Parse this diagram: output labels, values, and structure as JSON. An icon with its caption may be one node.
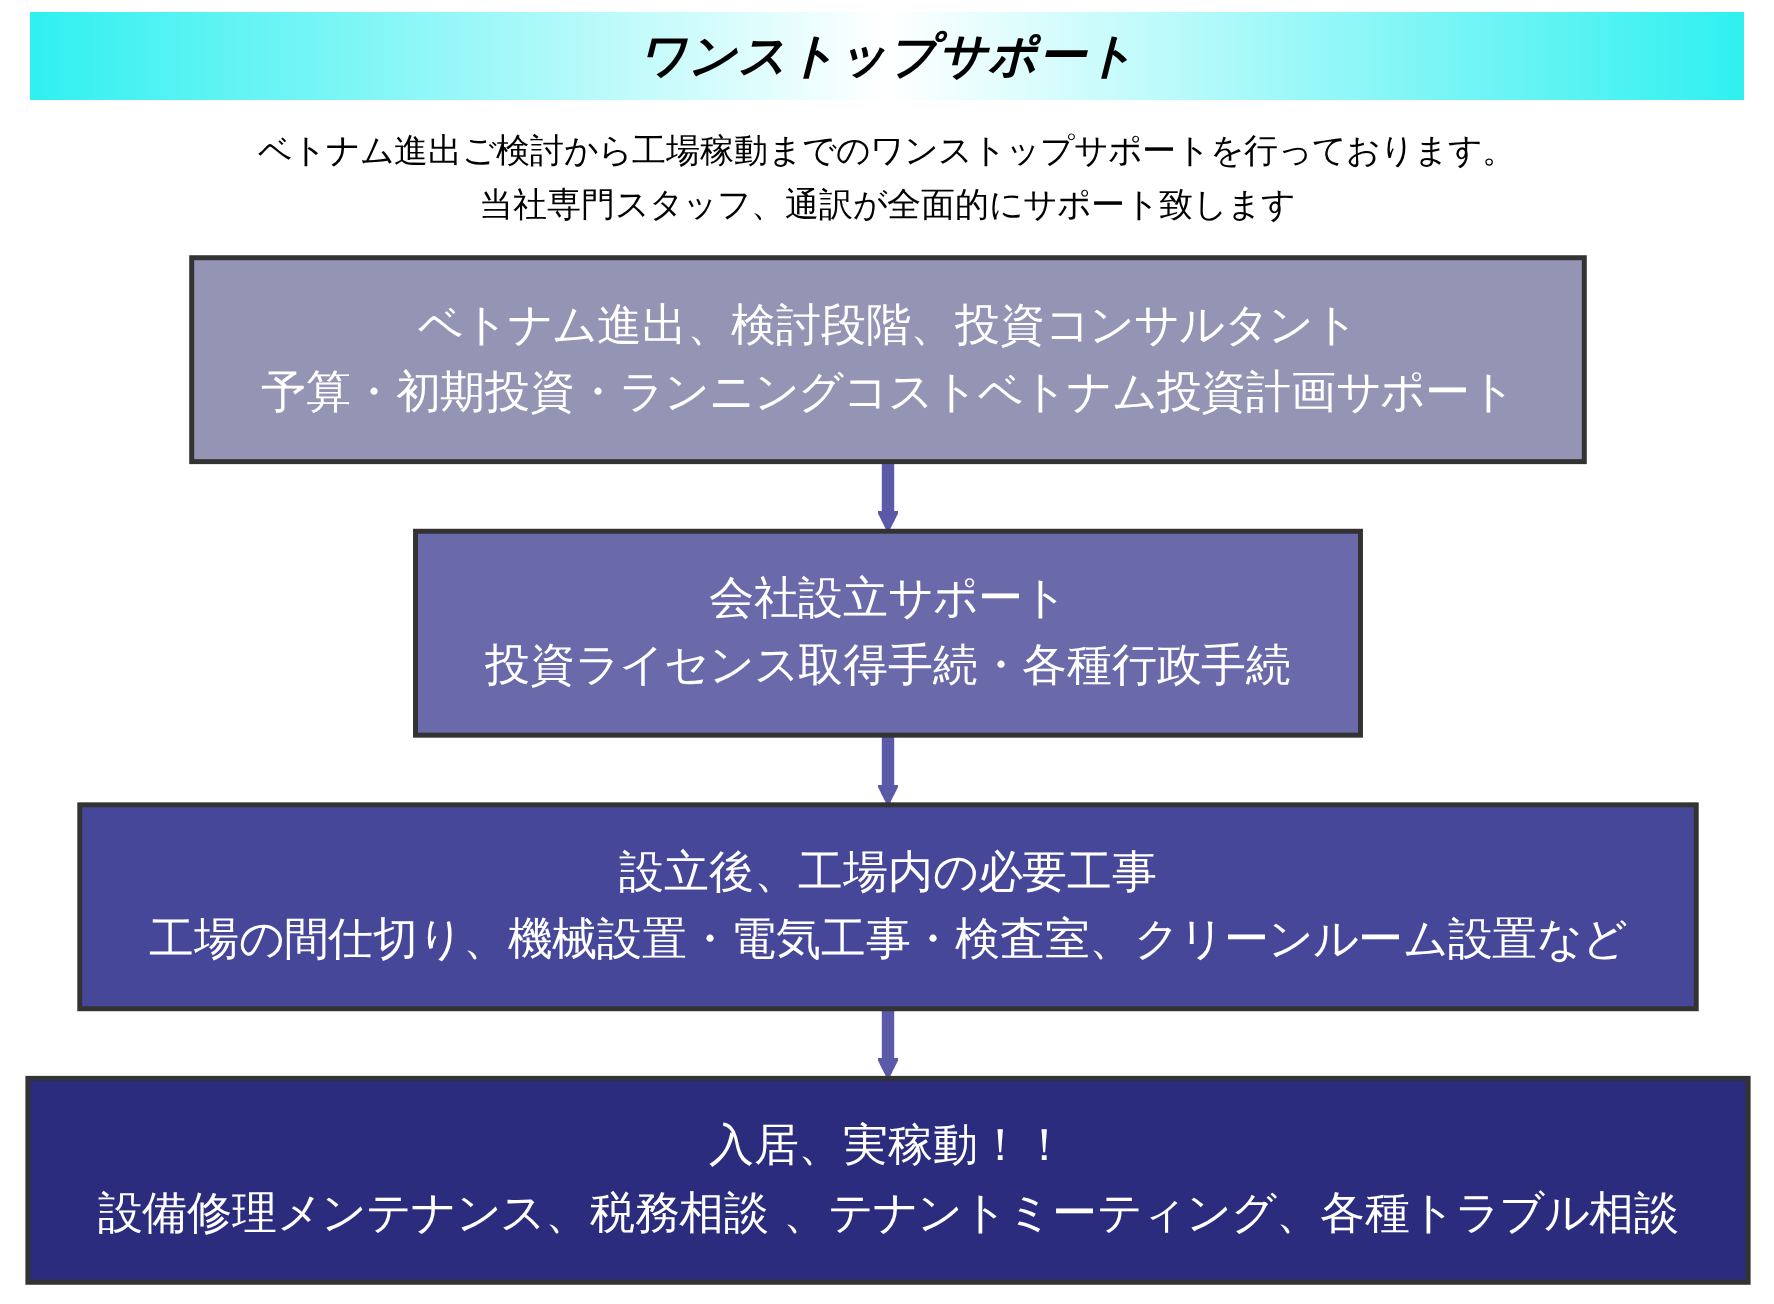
{
  "diagram": {
    "title": "ワンストップサポート",
    "nodes": [
      {
        "text": [
          "ベトナム進出、検討段階、投資コンサルタント",
          "予算・初期投資・ランニングコストベトナム投資計画サポート"
        ]
      },
      {
        "text": [
          "会社設立サポート",
          "投資ライセンス取得手続・各種行政手続"
        ]
      },
      {
        "text": [
          "設立後、工場内の必要工事",
          "工場の間仕切り、機械設置・電気工事・検査室、クリーンルーム設置など"
        ]
      },
      {
        "text": [
          "入居、実稼動！！",
          "設備修理メンテナンス、税務相談 、テナントミーティング、各種トラブル相談"
        ]
      }
    ],
    "edges": [
      {
        "from": 0,
        "to": 1,
        "arrow": "to"
      },
      {
        "from": 1,
        "to": 2,
        "arrow": "to"
      },
      {
        "from": 2,
        "to": 3,
        "arrow": "to"
      }
    ],
    "labels": [
      "ベトナム進出ご検討から工場稼動までのワンストップサポートを行っております。",
      "当社専門スタッフ、通訳が全面的にサポート致します"
    ]
  }
}
